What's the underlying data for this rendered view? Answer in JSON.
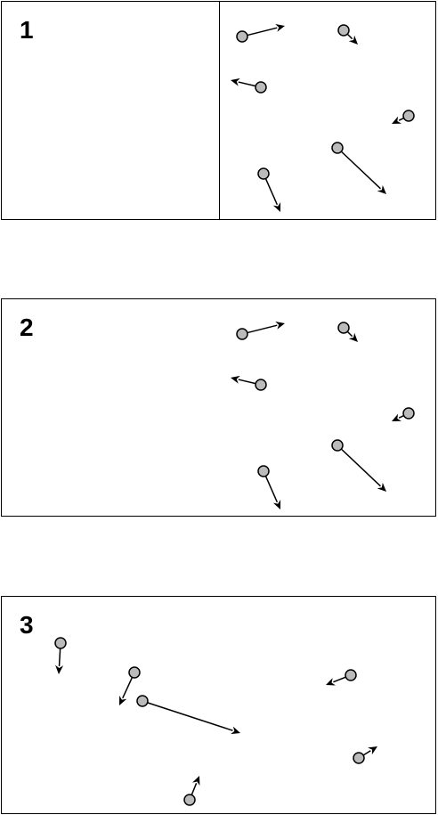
{
  "panels": [
    {
      "label": "1",
      "has_divider": true
    },
    {
      "label": "2",
      "has_divider": false
    },
    {
      "label": "3",
      "has_divider": false
    }
  ],
  "particle_color": "#bbbbbb",
  "stroke_color": "#000000"
}
